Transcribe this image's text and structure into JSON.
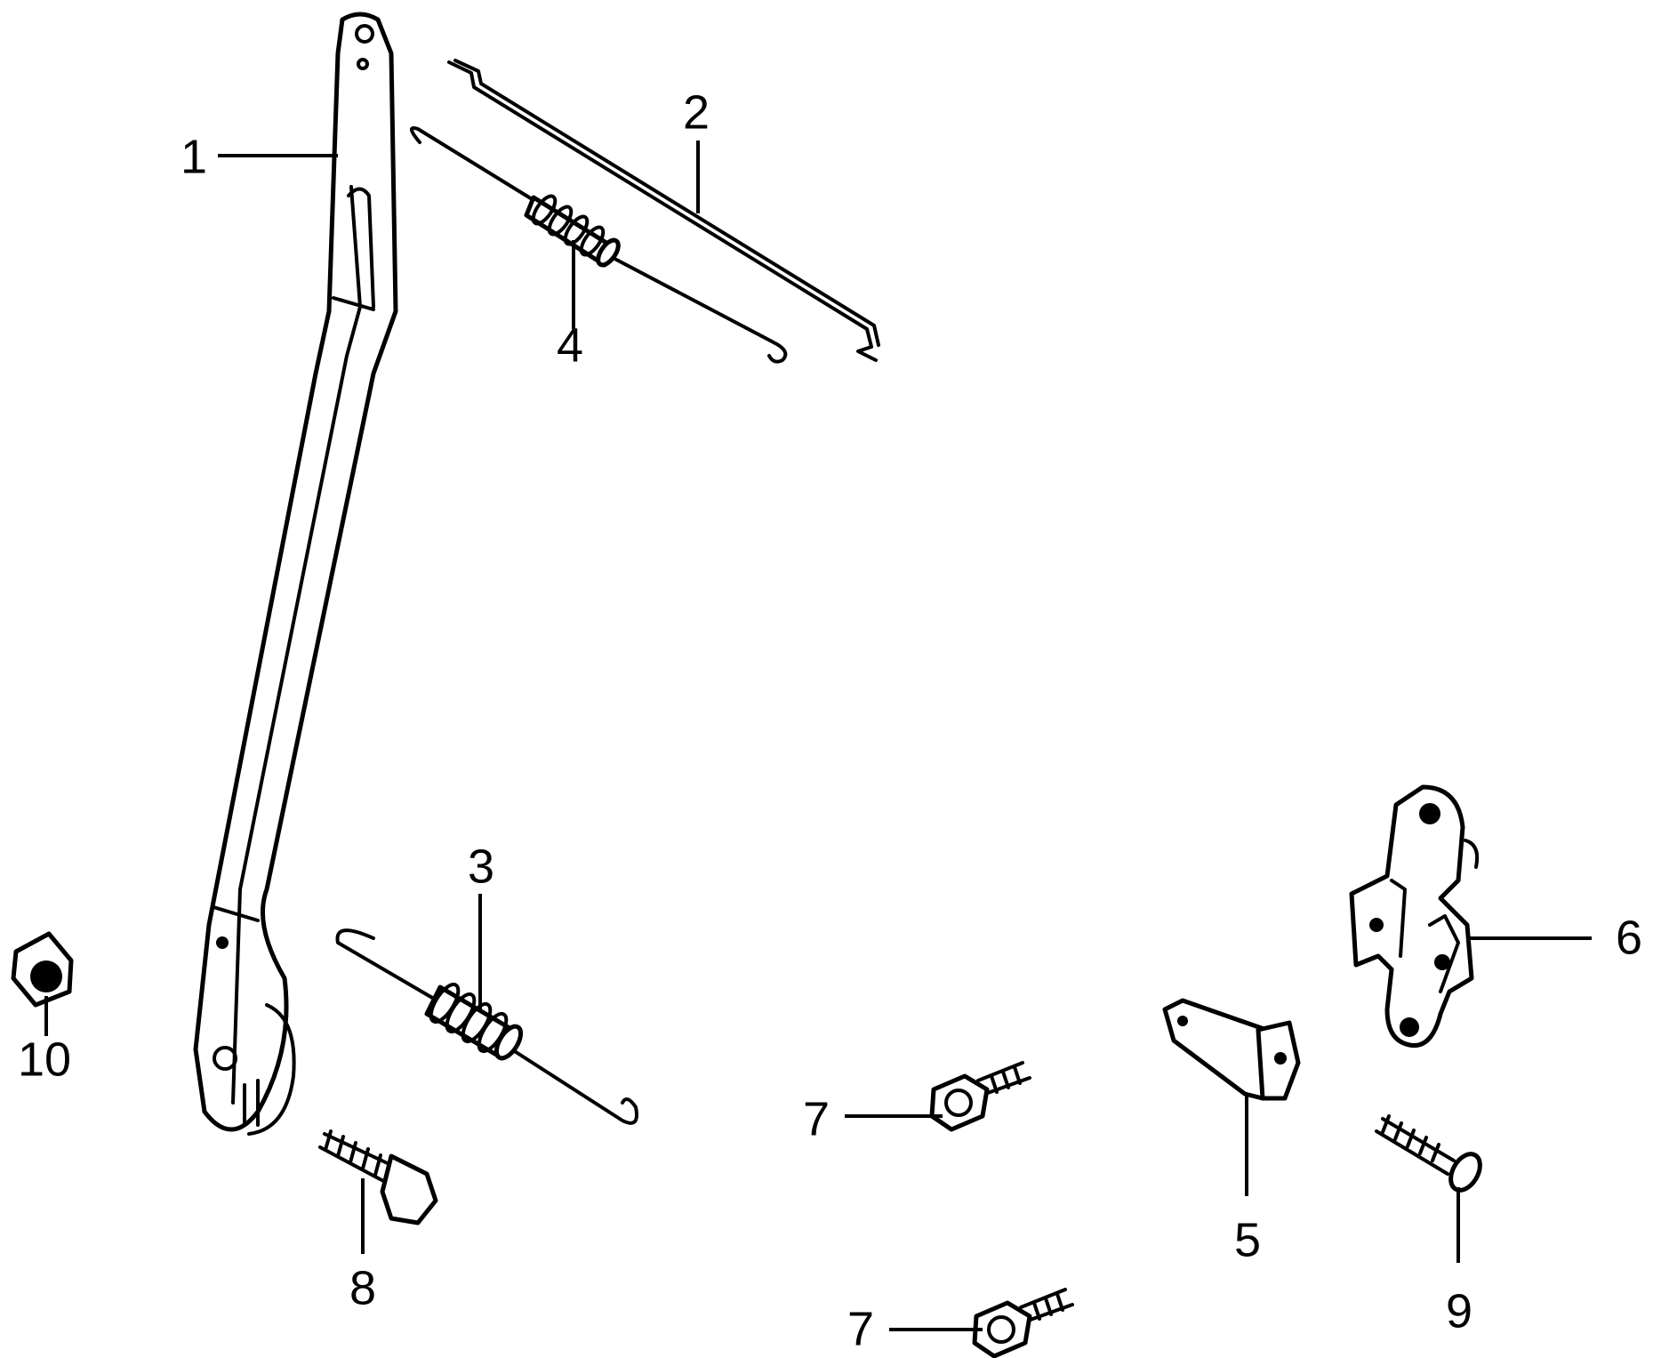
{
  "diagram": {
    "callouts": [
      {
        "id": "1",
        "text": "1"
      },
      {
        "id": "2",
        "text": "2"
      },
      {
        "id": "3",
        "text": "3"
      },
      {
        "id": "4",
        "text": "4"
      },
      {
        "id": "5",
        "text": "5"
      },
      {
        "id": "6",
        "text": "6"
      },
      {
        "id": "7a",
        "text": "7"
      },
      {
        "id": "7b",
        "text": "7"
      },
      {
        "id": "8",
        "text": "8"
      },
      {
        "id": "9",
        "text": "9"
      },
      {
        "id": "10",
        "text": "10"
      }
    ],
    "colors": {
      "line": "#000000",
      "background": "#ffffff"
    }
  }
}
